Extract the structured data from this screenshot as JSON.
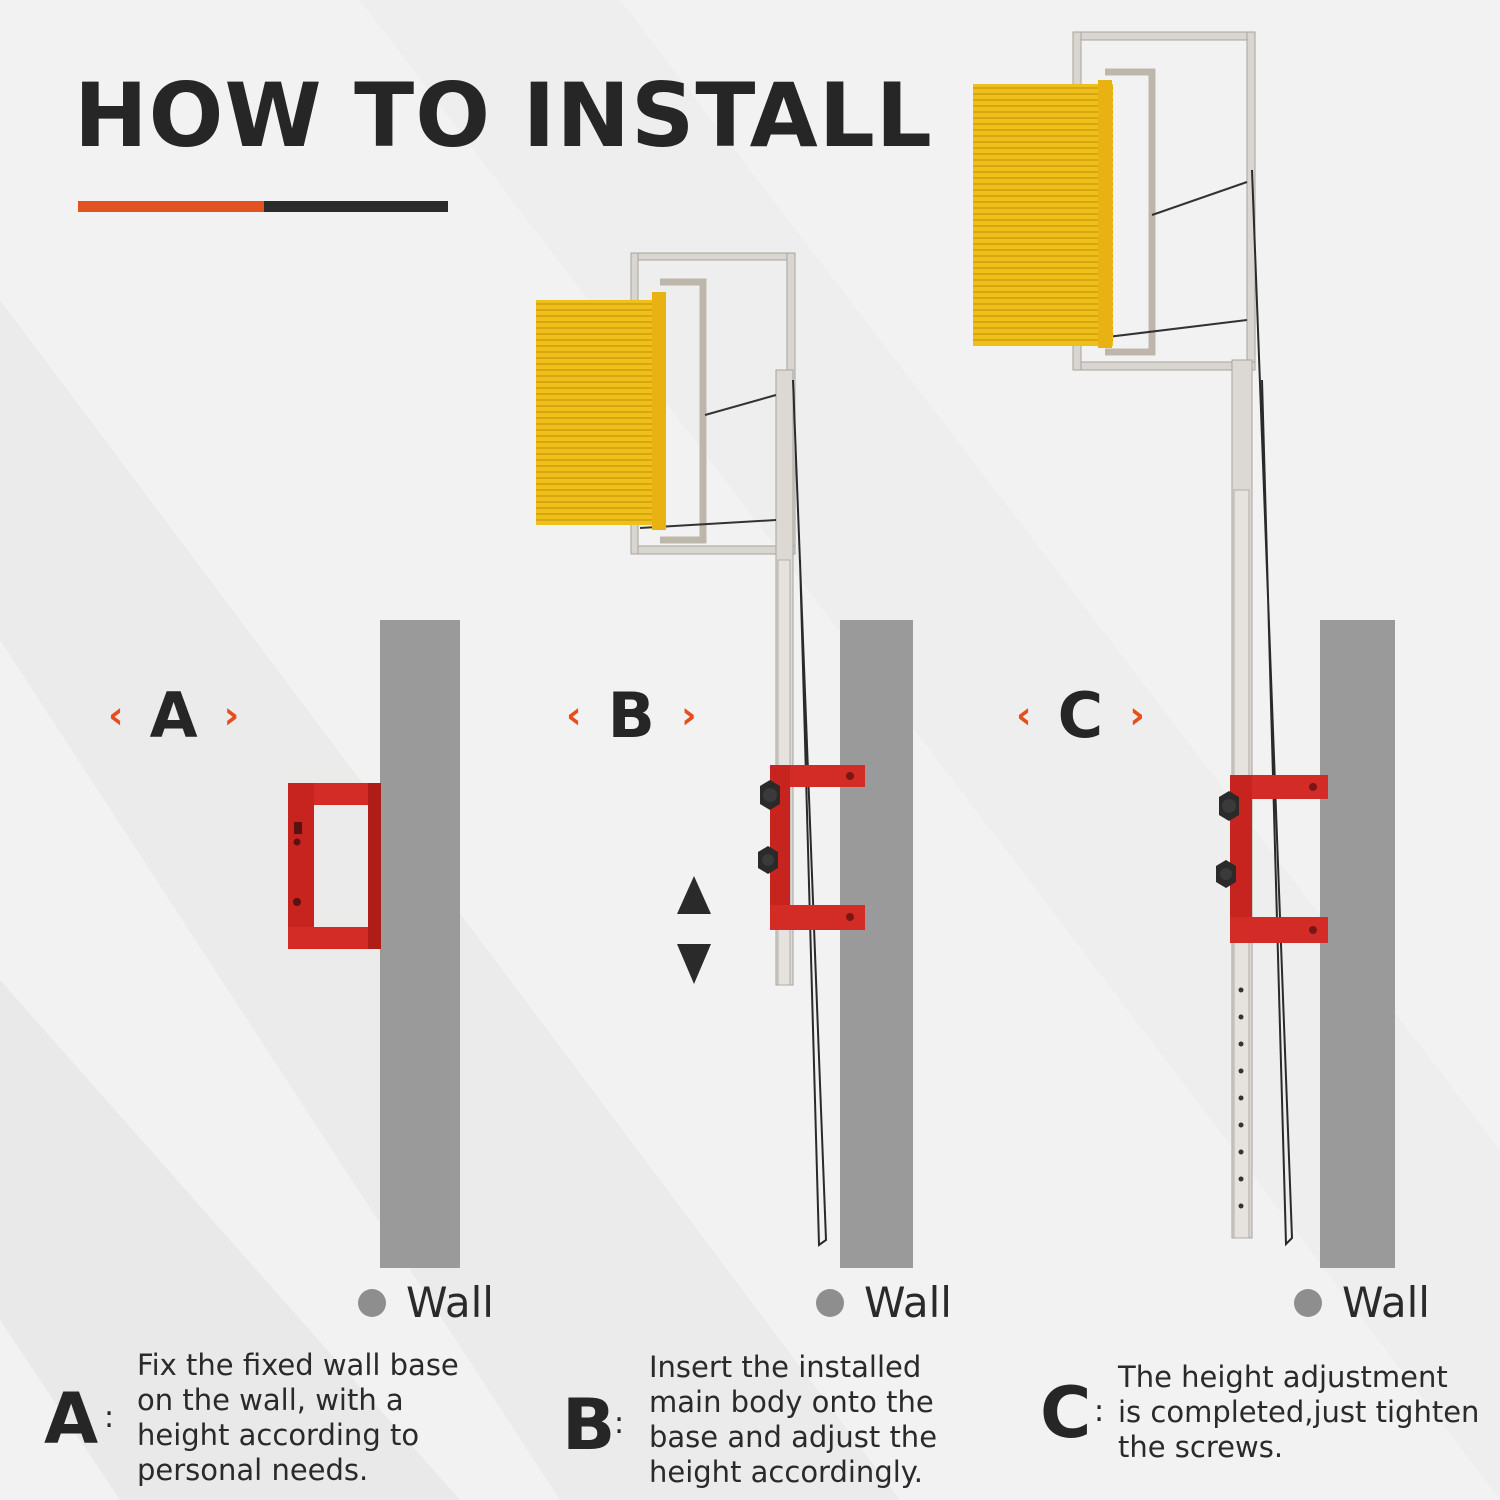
{
  "title": "HOW TO INSTALL",
  "colors": {
    "accent": "#e2531f",
    "dark": "#2b2b2b",
    "wall": "#9a9a9a",
    "bracket": "#d32b26",
    "blades": "#f1c21b",
    "frame": "#d9d6d1"
  },
  "steps": [
    {
      "letter": "A",
      "open": "‹",
      "close": "›",
      "wall_label": "Wall",
      "colon": ":",
      "description": [
        "Fix the fixed wall base",
        "on the wall, with a",
        "height according to",
        "personal needs."
      ]
    },
    {
      "letter": "B",
      "open": "‹",
      "close": "›",
      "wall_label": "Wall",
      "colon": ":",
      "description": [
        "Insert the installed",
        "main body onto the",
        "base and adjust the",
        "height accordingly."
      ]
    },
    {
      "letter": "C",
      "open": "‹",
      "close": "›",
      "wall_label": "Wall",
      "colon": ":",
      "description": [
        "The height adjustment",
        "is completed,just tighten",
        "the screws."
      ]
    }
  ],
  "icons": {
    "adjust": "up-down-arrows-icon",
    "knob": "knob-screw-icon"
  }
}
